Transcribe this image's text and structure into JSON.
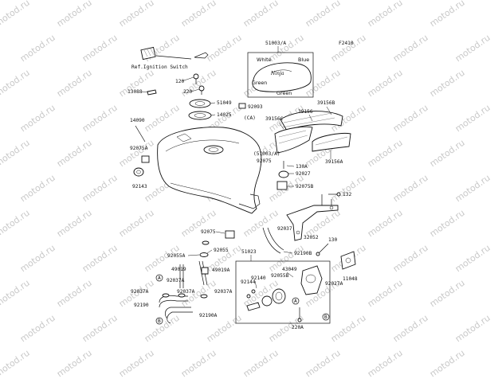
{
  "figure_code": "F2410",
  "watermark_text": "motod.ru",
  "ref_label": "Ref.Ignition Switch",
  "color_labels": [
    "White",
    "Blue",
    "Green",
    "Green"
  ],
  "set_code_label": "51003/A",
  "callouts": {
    "p51003a": "51003/A",
    "p51003a_paren": "(51003/A)",
    "p13088": "13088",
    "p120": "120",
    "p220": "220",
    "p51049": "51049",
    "p14025": "14025",
    "p92093": "92093",
    "p_ca": "(CA)",
    "p39156b": "39156B",
    "p39156": "39156",
    "p39156c": "39156C",
    "p39156a": "39156A",
    "p14090": "14090",
    "p92075a": "92075A",
    "p92143": "92143",
    "p92075": "92075",
    "p130a": "130A",
    "p92027": "92027",
    "p92075b": "92075B",
    "p132": "132",
    "p92075_2": "92075",
    "p92037": "92037",
    "p32052": "32052",
    "p130": "130",
    "p92055a": "92055A",
    "p92055": "92055",
    "p51023": "51023",
    "p92190b": "92190B",
    "p49019": "49019",
    "p49019a": "49019A",
    "p43049": "43049",
    "p92140": "92140",
    "p92055b": "92055B",
    "p92144": "92144",
    "p92037a_1": "92037A",
    "p92037a_2": "92037A",
    "p92037a_3": "92037A",
    "p92037a_4": "92037A",
    "p92027a": "92027A",
    "p11048": "11048",
    "p92190": "92190",
    "p92190a": "92190A",
    "p220a": "220A",
    "ref_a1": "A",
    "ref_a2": "A",
    "ref_b1": "B",
    "ref_b2": "B"
  }
}
